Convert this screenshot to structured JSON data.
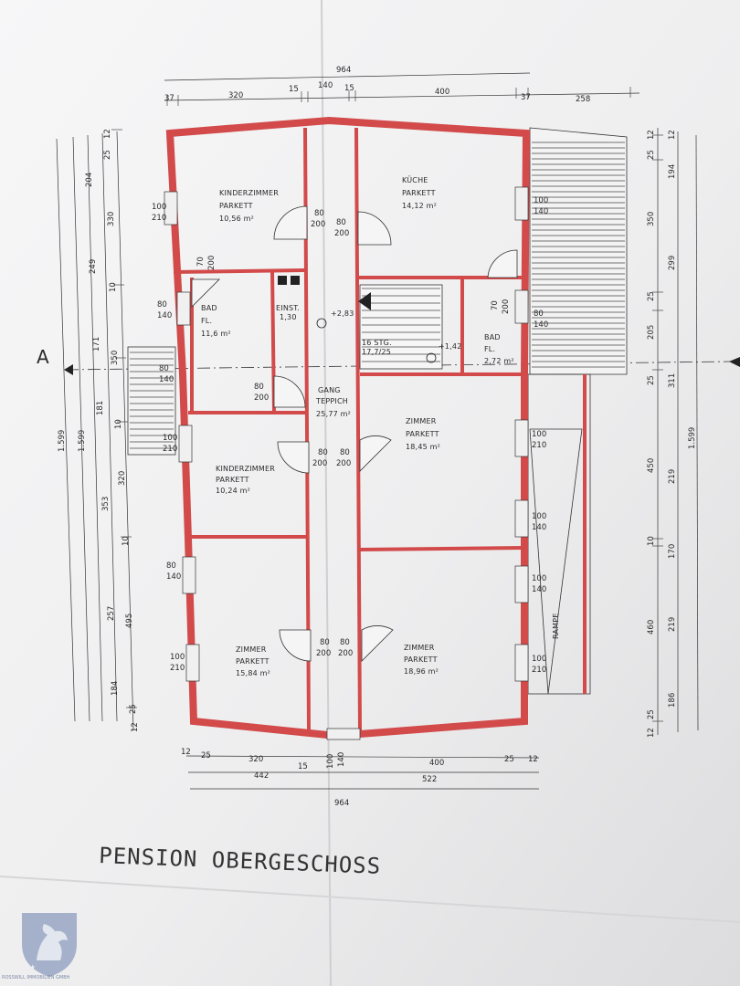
{
  "title": "PENSION OBERGESCHOSS",
  "section_marker": "A",
  "colors": {
    "wall": "#d24a4a",
    "paper": "#f4f4f4",
    "ink": "#2a2a2a"
  },
  "rooms": {
    "kinder1": {
      "name": "KINDERZIMMER",
      "floor": "PARKETT",
      "area": "10,56 m²"
    },
    "kueche": {
      "name": "KÜCHE",
      "floor": "PARKETT",
      "area": "14,12 m²"
    },
    "bad1": {
      "name": "BAD",
      "floor": "FL.",
      "area": "11,6 m²"
    },
    "einst": {
      "name": "EINST.",
      "floor": "",
      "area": "1,30"
    },
    "gang": {
      "name": "GANG",
      "floor": "TEPPICH",
      "area": "25,77 m²"
    },
    "bad2": {
      "name": "BAD",
      "floor": "FL.",
      "area": "2,72 m²"
    },
    "kinder2": {
      "name": "KINDERZIMMER",
      "floor": "PARKETT",
      "area": "10,24 m²"
    },
    "zimmer1": {
      "name": "ZIMMER",
      "floor": "PARKETT",
      "area": "18,45 m²"
    },
    "zimmer2": {
      "name": "ZIMMER",
      "floor": "PARKETT",
      "area": "15,84 m²"
    },
    "zimmer3": {
      "name": "ZIMMER",
      "floor": "PARKETT",
      "area": "18,96 m²"
    }
  },
  "stairs": {
    "steps": "16 STG.",
    "ratio": "17,7/25"
  },
  "levels": {
    "upper": "+2,83",
    "lower": "+1,42"
  },
  "ramp": "RAMPE",
  "dims": {
    "top_total": "964",
    "top_parts": [
      "37",
      "320",
      "15",
      "140",
      "15",
      "400",
      "37",
      "258"
    ],
    "bottom_parts": [
      "12",
      "25",
      "320",
      "15",
      "100",
      "140",
      "400",
      "25",
      "12"
    ],
    "bottom_sub": [
      "442",
      "522"
    ],
    "bottom_total": "964",
    "left_outer": [
      "1.599",
      "1.599"
    ],
    "left_col1": [
      "204",
      "249",
      "171",
      "181",
      "353",
      "257",
      "184",
      "12"
    ],
    "left_col2": [
      "12",
      "25",
      "330",
      "10",
      "350",
      "10",
      "320",
      "10",
      "495",
      "25"
    ],
    "right_col1": [
      "12",
      "25",
      "350",
      "25",
      "205",
      "25",
      "450",
      "10",
      "460",
      "25",
      "12"
    ],
    "right_col2": [
      "12",
      "194",
      "299",
      "311",
      "219",
      "170",
      "219",
      "186"
    ],
    "right_outer": "1.599",
    "openings": {
      "w100_210": [
        "100",
        "210"
      ],
      "w100_140": [
        "100",
        "140"
      ],
      "w80_140": [
        "80",
        "140"
      ],
      "d80_200": [
        "80",
        "200"
      ],
      "d70_200": [
        "70",
        "200"
      ]
    }
  },
  "brand": "ROSSWILL IMMOBILIEN GMBH"
}
